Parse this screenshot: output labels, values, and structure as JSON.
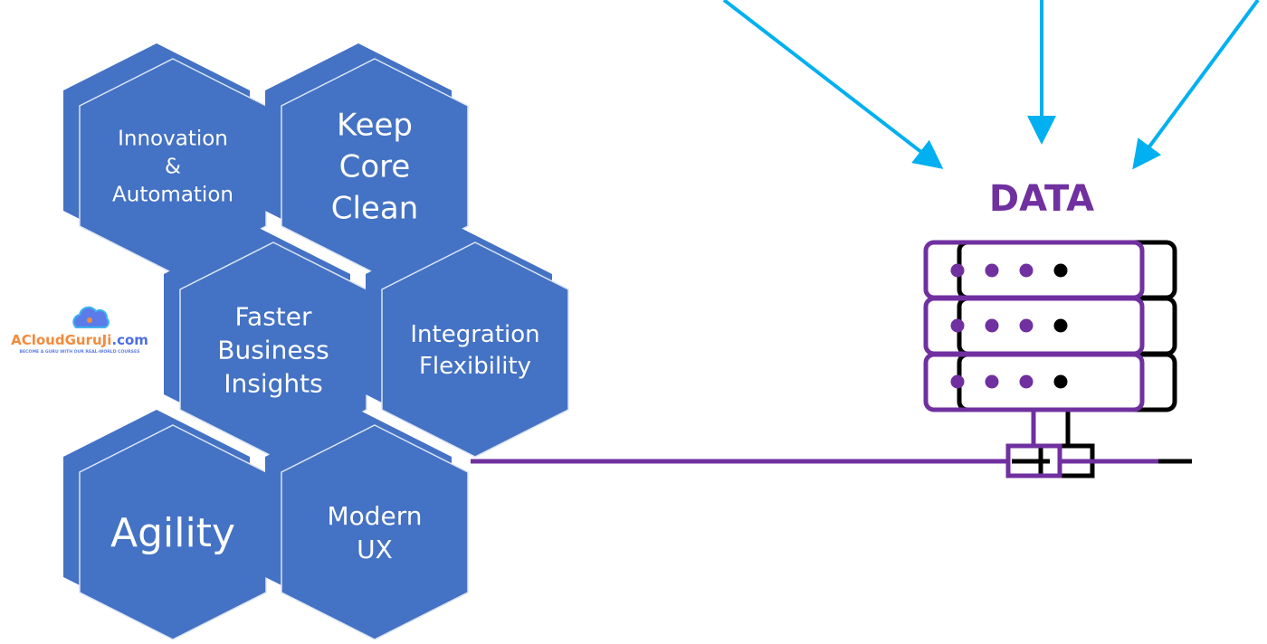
{
  "colors": {
    "hex_fill": "#4472c4",
    "hex_stroke": "#dbe4f3",
    "data_purple": "#7030a0",
    "arrow_blue": "#00b0f0",
    "server_black": "#000000"
  },
  "hexagons": [
    {
      "lines": [
        "Innovation",
        "&",
        "Automation"
      ]
    },
    {
      "lines": [
        "Keep",
        "Core",
        "Clean"
      ]
    },
    {
      "lines": [
        "Faster",
        "Business",
        "Insights"
      ]
    },
    {
      "lines": [
        "Integration",
        "Flexibility"
      ]
    },
    {
      "lines": [
        "Agility"
      ]
    },
    {
      "lines": [
        "Modern",
        "UX"
      ]
    }
  ],
  "data_label": "DATA",
  "server_icon": "server-rack-icon",
  "logo": {
    "name": "ACloudGuruJi.com",
    "tagline": "BECOME A GURU WITH OUR REAL-WORLD COURSES"
  }
}
